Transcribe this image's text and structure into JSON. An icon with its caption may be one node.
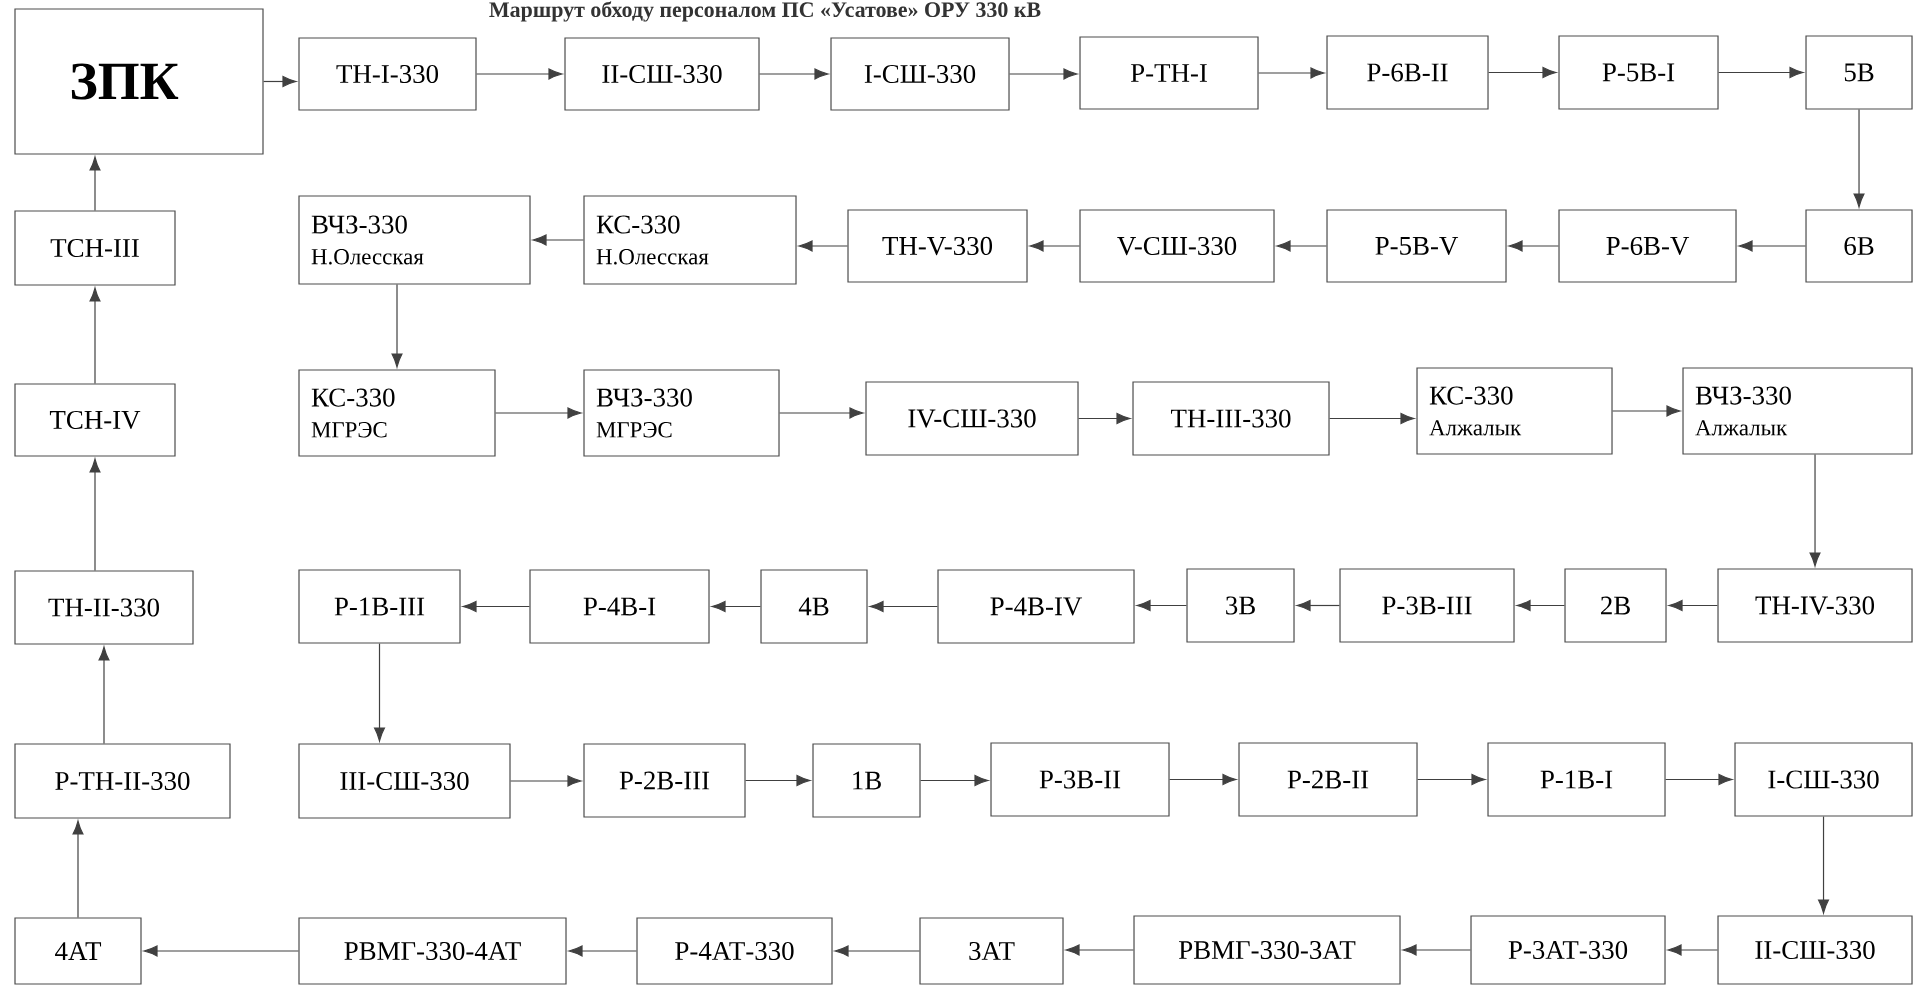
{
  "diagram": {
    "title": "Маршрут обходу персоналом ПС «Усатове» ОРУ 330 кВ",
    "nodes": [
      {
        "text": [
          "ЗПК"
        ]
      },
      {
        "text": [
          "ТН-I-330"
        ]
      },
      {
        "text": [
          "II-СШ-330"
        ]
      },
      {
        "text": [
          "I-СШ-330"
        ]
      },
      {
        "text": [
          "Р-ТН-I"
        ]
      },
      {
        "text": [
          "Р-6В-II"
        ]
      },
      {
        "text": [
          "Р-5В-I"
        ]
      },
      {
        "text": [
          "5В"
        ]
      },
      {
        "text": [
          "ТСН-III"
        ]
      },
      {
        "text": [
          "ВЧЗ-330",
          "Н.Олесская"
        ]
      },
      {
        "text": [
          "КС-330",
          "Н.Олесская"
        ]
      },
      {
        "text": [
          "ТН-V-330"
        ]
      },
      {
        "text": [
          "V-СШ-330"
        ]
      },
      {
        "text": [
          "Р-5В-V"
        ]
      },
      {
        "text": [
          "Р-6В-V"
        ]
      },
      {
        "text": [
          "6В"
        ]
      },
      {
        "text": [
          "ТСН-IV"
        ]
      },
      {
        "text": [
          "КС-330",
          "МГРЭС"
        ]
      },
      {
        "text": [
          "ВЧЗ-330",
          "МГРЭС"
        ]
      },
      {
        "text": [
          "IV-СШ-330"
        ]
      },
      {
        "text": [
          "ТН-III-330"
        ]
      },
      {
        "text": [
          "КС-330",
          "Алжалык"
        ]
      },
      {
        "text": [
          "ВЧЗ-330",
          "Алжалык"
        ]
      },
      {
        "text": [
          "ТН-II-330"
        ]
      },
      {
        "text": [
          "Р-1В-III"
        ]
      },
      {
        "text": [
          "Р-4В-I"
        ]
      },
      {
        "text": [
          "4В"
        ]
      },
      {
        "text": [
          "Р-4В-IV"
        ]
      },
      {
        "text": [
          "3В"
        ]
      },
      {
        "text": [
          "Р-3В-III"
        ]
      },
      {
        "text": [
          "2В"
        ]
      },
      {
        "text": [
          "ТН-IV-330"
        ]
      },
      {
        "text": [
          "Р-ТН-II-330"
        ]
      },
      {
        "text": [
          "III-СШ-330"
        ]
      },
      {
        "text": [
          "Р-2В-III"
        ]
      },
      {
        "text": [
          "1В"
        ]
      },
      {
        "text": [
          "Р-3В-II"
        ]
      },
      {
        "text": [
          "Р-2В-II"
        ]
      },
      {
        "text": [
          "Р-1В-I"
        ]
      },
      {
        "text": [
          "I-СШ-330"
        ]
      },
      {
        "text": [
          "4АТ"
        ]
      },
      {
        "text": [
          "РВМГ-330-4АТ"
        ]
      },
      {
        "text": [
          "Р-4АТ-330"
        ]
      },
      {
        "text": [
          "3АТ"
        ]
      },
      {
        "text": [
          "РВМГ-330-3АТ"
        ]
      },
      {
        "text": [
          "Р-3АТ-330"
        ]
      },
      {
        "text": [
          "II-СШ-330"
        ]
      }
    ],
    "edges": [
      {
        "from": 0,
        "to": 1,
        "arrow": "to"
      },
      {
        "from": 1,
        "to": 2,
        "arrow": "to"
      },
      {
        "from": 2,
        "to": 3,
        "arrow": "to"
      },
      {
        "from": 3,
        "to": 4,
        "arrow": "to"
      },
      {
        "from": 4,
        "to": 5,
        "arrow": "to"
      },
      {
        "from": 5,
        "to": 6,
        "arrow": "to"
      },
      {
        "from": 6,
        "to": 7,
        "arrow": "to"
      },
      {
        "from": 7,
        "to": 15,
        "arrow": "to"
      },
      {
        "from": 15,
        "to": 14,
        "arrow": "to"
      },
      {
        "from": 14,
        "to": 13,
        "arrow": "to"
      },
      {
        "from": 13,
        "to": 12,
        "arrow": "to"
      },
      {
        "from": 12,
        "to": 11,
        "arrow": "to"
      },
      {
        "from": 11,
        "to": 10,
        "arrow": "to"
      },
      {
        "from": 10,
        "to": 9,
        "arrow": "to"
      },
      {
        "from": 9,
        "to": 17,
        "arrow": "to"
      },
      {
        "from": 17,
        "to": 18,
        "arrow": "to"
      },
      {
        "from": 18,
        "to": 19,
        "arrow": "to"
      },
      {
        "from": 19,
        "to": 20,
        "arrow": "to"
      },
      {
        "from": 20,
        "to": 21,
        "arrow": "to"
      },
      {
        "from": 21,
        "to": 22,
        "arrow": "to"
      },
      {
        "from": 22,
        "to": 31,
        "arrow": "to"
      },
      {
        "from": 31,
        "to": 30,
        "arrow": "to"
      },
      {
        "from": 30,
        "to": 29,
        "arrow": "to"
      },
      {
        "from": 29,
        "to": 28,
        "arrow": "to"
      },
      {
        "from": 28,
        "to": 27,
        "arrow": "to"
      },
      {
        "from": 27,
        "to": 26,
        "arrow": "to"
      },
      {
        "from": 26,
        "to": 25,
        "arrow": "to"
      },
      {
        "from": 25,
        "to": 24,
        "arrow": "to"
      },
      {
        "from": 24,
        "to": 33,
        "arrow": "to"
      },
      {
        "from": 33,
        "to": 34,
        "arrow": "to"
      },
      {
        "from": 34,
        "to": 35,
        "arrow": "to"
      },
      {
        "from": 35,
        "to": 36,
        "arrow": "to"
      },
      {
        "from": 36,
        "to": 37,
        "arrow": "to"
      },
      {
        "from": 37,
        "to": 38,
        "arrow": "to"
      },
      {
        "from": 38,
        "to": 39,
        "arrow": "to"
      },
      {
        "from": 39,
        "to": 46,
        "arrow": "to"
      },
      {
        "from": 46,
        "to": 45,
        "arrow": "to"
      },
      {
        "from": 45,
        "to": 44,
        "arrow": "to"
      },
      {
        "from": 44,
        "to": 43,
        "arrow": "to"
      },
      {
        "from": 43,
        "to": 42,
        "arrow": "to"
      },
      {
        "from": 42,
        "to": 41,
        "arrow": "to"
      },
      {
        "from": 41,
        "to": 40,
        "arrow": "to"
      },
      {
        "from": 40,
        "to": 32,
        "arrow": "to"
      },
      {
        "from": 32,
        "to": 23,
        "arrow": "to"
      },
      {
        "from": 23,
        "to": 16,
        "arrow": "to"
      },
      {
        "from": 16,
        "to": 8,
        "arrow": "to"
      },
      {
        "from": 8,
        "to": 0,
        "arrow": "to"
      }
    ]
  }
}
